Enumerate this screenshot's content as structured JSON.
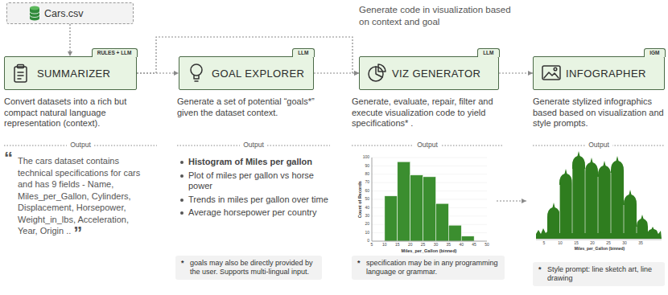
{
  "diagram": {
    "nodes": [
      {
        "text": [
          "Cars.csv"
        ]
      },
      {
        "text": [
          "SUMMARIZER",
          "RULES + LLM"
        ]
      },
      {
        "text": [
          "GOAL EXPLORER",
          "LLM"
        ]
      },
      {
        "text": [
          "VIZ GENERATOR",
          "LLM"
        ]
      },
      {
        "text": [
          "INFOGRAPHER",
          "IGM"
        ]
      },
      {
        "text": [
          "*",
          "goals may also be directly provided by the user. Supports multi-lingual input."
        ]
      },
      {
        "text": [
          "*",
          "specification may be in any programming language or grammar."
        ]
      },
      {
        "text": [
          "*",
          "Style prompt: line sketch art, line drawing"
        ]
      }
    ],
    "edges": [
      {
        "from": 0,
        "to": 1,
        "arrow": "to"
      },
      {
        "from": 1,
        "to": 2,
        "arrow": "to"
      },
      {
        "from": 2,
        "to": 3,
        "arrow": "to"
      },
      {
        "from": 1,
        "to": 3,
        "arrow": "to"
      },
      {
        "from": 3,
        "to": 4,
        "arrow": "to"
      }
    ],
    "labels": [
      "Generate code in visualization based on context and goal",
      "Convert datasets into a rich but compact natural language representation (context).",
      "Output",
      "“",
      "The cars dataset contains technical specifications for cars and has 9 fields - Name, Miles_per_Gallon, Cylinders, Displacement, Horsepower, Weight_in_lbs, Acceleration, Year, Origin ..",
      "”",
      "Generate a set of potential “goals*” given the dataset context.",
      "Output",
      "Histogram of Miles per gallon",
      "Plot of miles per gallon vs horse power",
      "Trends in miles per gallon over time",
      "Average horsepower per country",
      "Generate, evaluate, repair, filter and execute visualization code to yield specifications* .",
      "Output",
      "Generate stylized infographics based based on visualization and style prompts.",
      "Output",
      "Count of Records",
      "Miles_per_Gallon (binned)",
      "0",
      "10",
      "20",
      "30",
      "40",
      "50",
      "60",
      "70",
      "80",
      "90",
      "100",
      "5",
      "10",
      "15",
      "20",
      "25",
      "30",
      "35",
      "40",
      "45",
      "50",
      "5",
      "10",
      "15",
      "20",
      "25",
      "30",
      "35",
      "Miles_per_Gallon (binned)"
    ]
  }
}
